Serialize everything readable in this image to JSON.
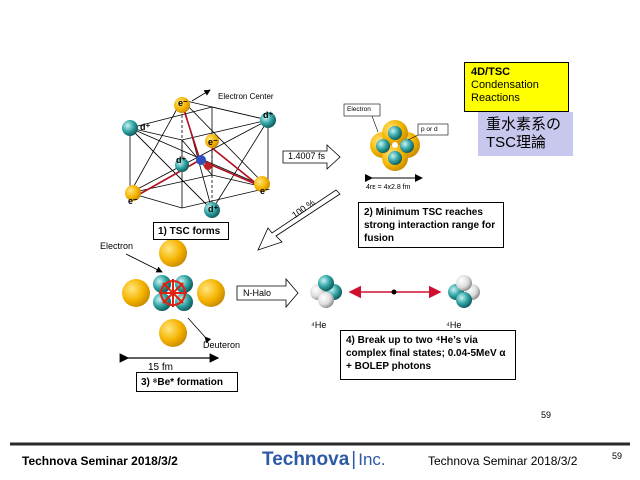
{
  "labels": {
    "electron_center": "Electron Center",
    "d_tags": [
      "d⁺",
      "d⁺",
      "d⁺",
      "d⁺"
    ],
    "e_tags": [
      "e⁻",
      "e⁻",
      "e⁻",
      "e⁻"
    ],
    "center_e": "e⁻",
    "center_d": "d⁺",
    "electron_small": "Electron",
    "p_or_d": "p or d",
    "size": "4rᴇ = 4x2.8 fm",
    "time": "1.4007 fs",
    "percent": "100 %",
    "electron": "Electron",
    "deuteron": "Deuteron",
    "n_halo": "N-Halo",
    "he_left": "⁴He",
    "he_right": "⁴He",
    "fm15": "15 fm"
  },
  "boxes": {
    "tsc_forms": "1) TSC forms",
    "min_tsc": "2) Minimum TSC reaches strong interaction range  for fusion",
    "be_formation": "3) ⁸Be* formation",
    "breakup": "4) Break up to two ⁴He’s via complex final states; 0.04-5MeV α + BOLEP photons"
  },
  "badge": {
    "title": "4D/TSC",
    "line2": "Condensation",
    "line3": "Reactions"
  },
  "japanese": {
    "line1": "重水素系の",
    "line2": "TSC理論"
  },
  "footer": {
    "left": "Technova Seminar 2018/3/2",
    "logo_main": "Technova",
    "logo_sep": "|",
    "logo_inc": "Inc.",
    "right": "Technova Seminar 2018/3/2"
  },
  "page": {
    "inner": "59",
    "outer": "59"
  },
  "colors": {
    "electron": "#f5b400",
    "deuteron": "#2fa3a3",
    "footer_line": "#2a2a2a",
    "logo_blue": "#2d5aa6"
  }
}
